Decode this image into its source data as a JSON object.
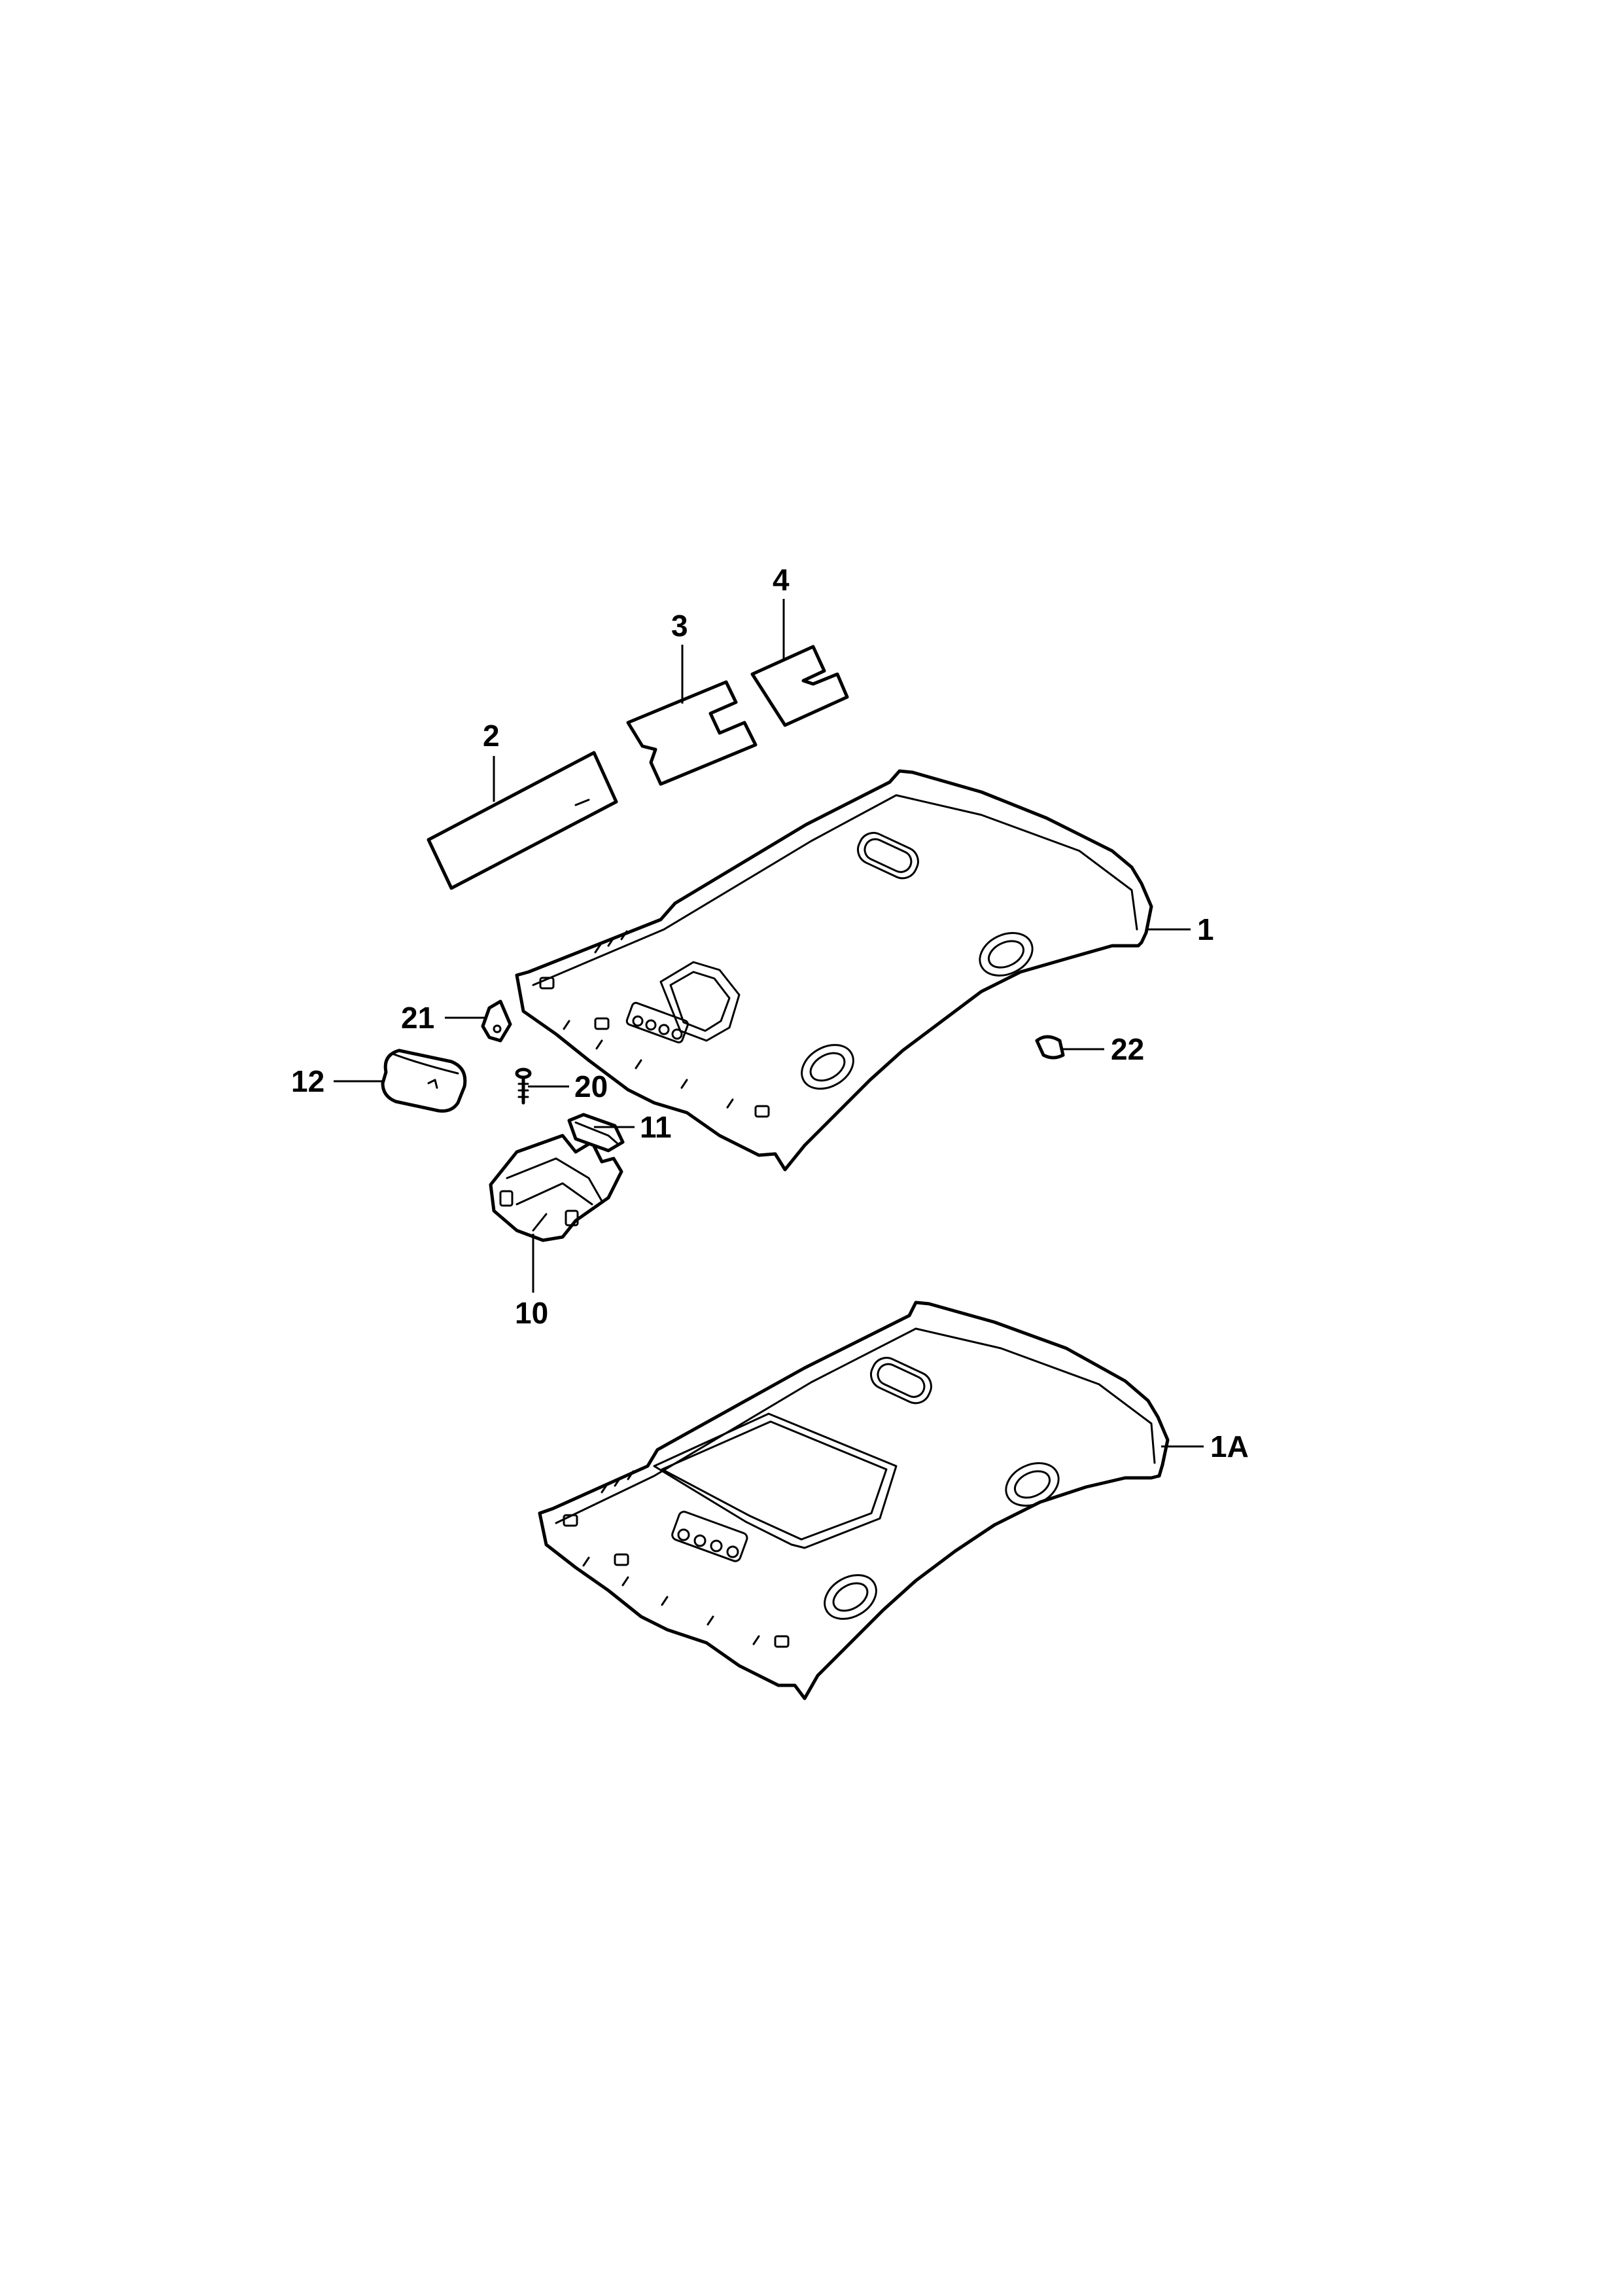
{
  "callouts": [
    {
      "id": "c1",
      "label": "1"
    },
    {
      "id": "c1a",
      "label": "1A"
    },
    {
      "id": "c2",
      "label": "2"
    },
    {
      "id": "c3",
      "label": "3"
    },
    {
      "id": "c4",
      "label": "4"
    },
    {
      "id": "c10",
      "label": "10"
    },
    {
      "id": "c11",
      "label": "11"
    },
    {
      "id": "c12",
      "label": "12"
    },
    {
      "id": "c20",
      "label": "20"
    },
    {
      "id": "c21",
      "label": "21"
    },
    {
      "id": "c22",
      "label": "22"
    }
  ]
}
